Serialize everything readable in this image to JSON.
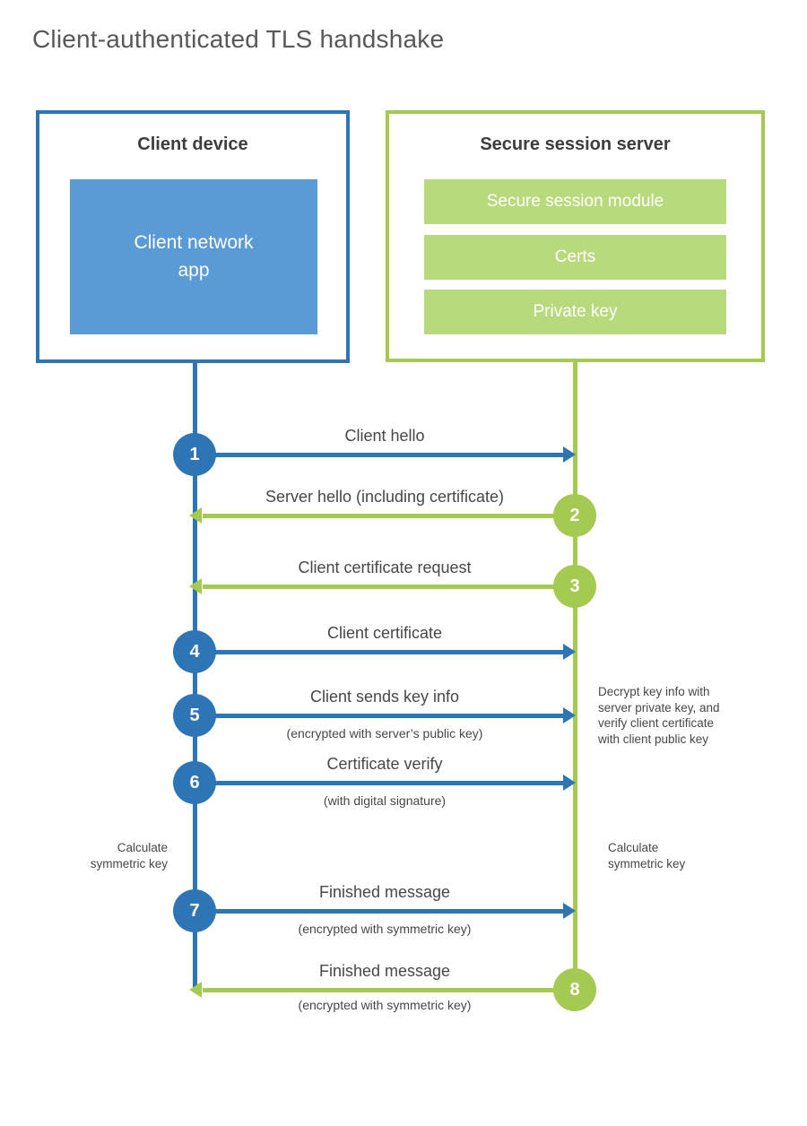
{
  "title": "Client-authenticated TLS handshake",
  "colors": {
    "blue_line": "#2e75b6",
    "blue_fill": "#5b9bd5",
    "green_line": "#a4ca52",
    "green_fill": "#b8da7d"
  },
  "client": {
    "title": "Client device",
    "app": "Client network\napp"
  },
  "server": {
    "title": "Secure session server",
    "modules": [
      "Secure session module",
      "Certs",
      "Private key"
    ]
  },
  "steps": [
    {
      "number": "1",
      "from": "client",
      "label": "Client hello",
      "sublabel": ""
    },
    {
      "number": "2",
      "from": "server",
      "label": "Server hello (including certificate)",
      "sublabel": ""
    },
    {
      "number": "3",
      "from": "server",
      "label": "Client certificate request",
      "sublabel": ""
    },
    {
      "number": "4",
      "from": "client",
      "label": "Client certificate",
      "sublabel": ""
    },
    {
      "number": "5",
      "from": "client",
      "label": "Client sends key info",
      "sublabel": "(encrypted with server’s public key)"
    },
    {
      "number": "6",
      "from": "client",
      "label": "Certificate verify",
      "sublabel": "(with digital signature)"
    },
    {
      "number": "7",
      "from": "client",
      "label": "Finished message",
      "sublabel": "(encrypted with symmetric key)"
    },
    {
      "number": "8",
      "from": "server",
      "label": "Finished message",
      "sublabel": "(encrypted with symmetric key)"
    }
  ],
  "notes": {
    "decrypt": "Decrypt key info with\nserver private key, and\nverify client certificate\nwith client public key",
    "calc_left": "Calculate\nsymmetric key",
    "calc_right": "Calculate\nsymmetric key"
  }
}
